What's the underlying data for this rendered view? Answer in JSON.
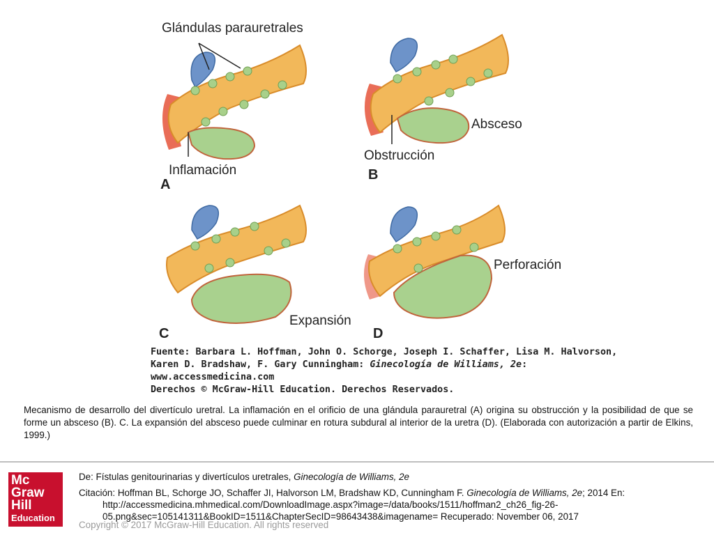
{
  "figure": {
    "labels": {
      "glandulas": "Glándulas parauretrales",
      "inflamacion": "Inflamación",
      "absceso": "Absceso",
      "obstruccion": "Obstrucción",
      "expansion": "Expansión",
      "perforacion": "Perforación"
    },
    "panels": [
      "A",
      "B",
      "C",
      "D"
    ],
    "colors": {
      "urethra": "#f2b85a",
      "urethra_edge": "#d98c2a",
      "gland_blue": "#6d93c9",
      "abscess_green": "#a9d18e",
      "abscess_edge": "#c0643c",
      "gland_tree": "#a8d08a",
      "inflammation_red": "#e5533a"
    }
  },
  "source": {
    "line1": "Fuente: Barbara L. Hoffman, John O. Schorge, Joseph I. Schaffer, Lisa M. Halvorson,",
    "line2a": "Karen D. Bradshaw, F. Gary Cunningham: ",
    "line2b": "Ginecología de Williams, 2e",
    "line2c": ":",
    "line3": "www.accessmedicina.com",
    "line4": "Derechos © McGraw-Hill Education. Derechos Reservados."
  },
  "caption": "Mecanismo de desarrollo del divertículo uretral. La inflamación en el orificio de una glándula parauretral (A) origina su obstrucción y la posibilidad de que se forme un absceso (B). C. La expansión del absceso puede culminar en rotura subdural al interior de la uretra (D). (Elaborada con autorización a partir de Elkins, 1999.)",
  "footer": {
    "from_prefix": "De: Fístulas genitourinarias y divertículos uretrales, ",
    "from_book": "Ginecología de Williams, 2e",
    "cite_prefix": "Citación: Hoffman BL, Schorge JO, Schaffer JI, Halvorson LM, Bradshaw KD, Cunningham F",
    "cite_dot": ". ",
    "cite_book": "Ginecología de Williams, 2e",
    "cite_rest": "; 2014 En:",
    "url1": "http://accessmedicina.mhmedical.com/DownloadImage.aspx?image=/data/books/1511/hoffman2_ch26_fig-26-",
    "url2": "05.png&sec=105141311&BookID=1511&ChapterSecID=98643438&imagename= Recuperado: November 06, 2017",
    "copyright": "Copyright © 2017 McGraw-Hill Education. All rights reserved"
  },
  "logo": {
    "line1": "Mc",
    "line2": "Graw",
    "line3": "Hill",
    "line4": "Education"
  }
}
